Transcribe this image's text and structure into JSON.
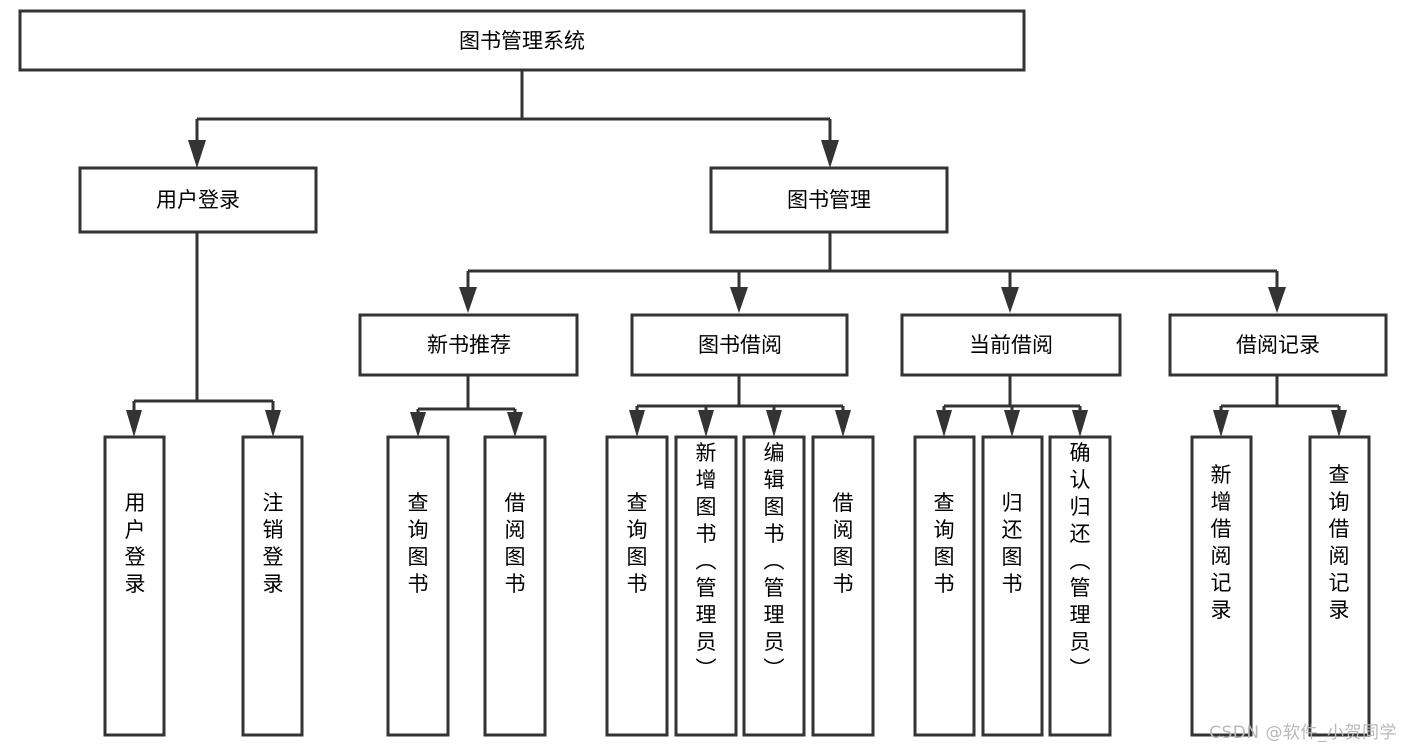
{
  "diagram": {
    "type": "tree",
    "title": "图书管理系统",
    "root": {
      "id": "root",
      "label": "图书管理系统",
      "orientation": "horizontal"
    },
    "level2": [
      {
        "id": "user-login",
        "label": "用户登录",
        "orientation": "horizontal"
      },
      {
        "id": "book-management",
        "label": "图书管理",
        "orientation": "horizontal"
      }
    ],
    "level3": [
      {
        "id": "new-book-recommend",
        "label": "新书推荐",
        "orientation": "horizontal",
        "parent": "book-management"
      },
      {
        "id": "book-borrow",
        "label": "图书借阅",
        "orientation": "horizontal",
        "parent": "book-management"
      },
      {
        "id": "current-borrow",
        "label": "当前借阅",
        "orientation": "horizontal",
        "parent": "book-management"
      },
      {
        "id": "borrow-record",
        "label": "借阅记录",
        "orientation": "horizontal",
        "parent": "book-management"
      }
    ],
    "leaves": [
      {
        "id": "leaf-user-login",
        "label": "用户登录",
        "orientation": "vertical",
        "parent": "user-login"
      },
      {
        "id": "leaf-logout",
        "label": "注销登录",
        "orientation": "vertical",
        "parent": "user-login"
      },
      {
        "id": "leaf-query-book-1",
        "label": "查询图书",
        "orientation": "vertical",
        "parent": "new-book-recommend"
      },
      {
        "id": "leaf-borrow-book-1",
        "label": "借阅图书",
        "orientation": "vertical",
        "parent": "new-book-recommend"
      },
      {
        "id": "leaf-query-book-2",
        "label": "查询图书",
        "orientation": "vertical",
        "parent": "book-borrow"
      },
      {
        "id": "leaf-add-book",
        "label": "新增图书（管理员）",
        "orientation": "vertical",
        "parent": "book-borrow"
      },
      {
        "id": "leaf-edit-book",
        "label": "编辑图书（管理员）",
        "orientation": "vertical",
        "parent": "book-borrow"
      },
      {
        "id": "leaf-borrow-book-2",
        "label": "借阅图书",
        "orientation": "vertical",
        "parent": "book-borrow"
      },
      {
        "id": "leaf-query-book-3",
        "label": "查询图书",
        "orientation": "vertical",
        "parent": "current-borrow"
      },
      {
        "id": "leaf-return-book",
        "label": "归还图书",
        "orientation": "vertical",
        "parent": "current-borrow"
      },
      {
        "id": "leaf-confirm-return",
        "label": "确认归还（管理员）",
        "orientation": "vertical",
        "parent": "current-borrow"
      },
      {
        "id": "leaf-add-record",
        "label": "新增借阅记录",
        "orientation": "vertical",
        "parent": "borrow-record"
      },
      {
        "id": "leaf-query-record",
        "label": "查询借阅记录",
        "orientation": "vertical",
        "parent": "borrow-record"
      }
    ],
    "colors": {
      "stroke": "#333333",
      "fill": "#ffffff",
      "text": "#000000",
      "background": "#ffffff",
      "watermark": "#b9b9b9"
    }
  },
  "watermark": {
    "text": "CSDN @软件_小贺同学"
  }
}
